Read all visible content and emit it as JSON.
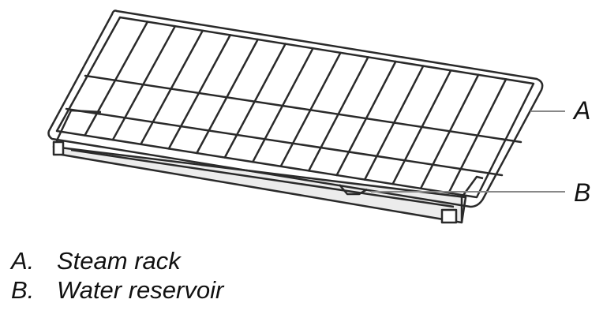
{
  "callouts": {
    "a": "A",
    "b": "B"
  },
  "legend": [
    {
      "key": "A.",
      "text": "Steam rack"
    },
    {
      "key": "B.",
      "text": "Water reservoir"
    }
  ],
  "colors": {
    "line": "#2a2a2a",
    "reservoir_fill": "#ececec",
    "leader": "#888888"
  }
}
